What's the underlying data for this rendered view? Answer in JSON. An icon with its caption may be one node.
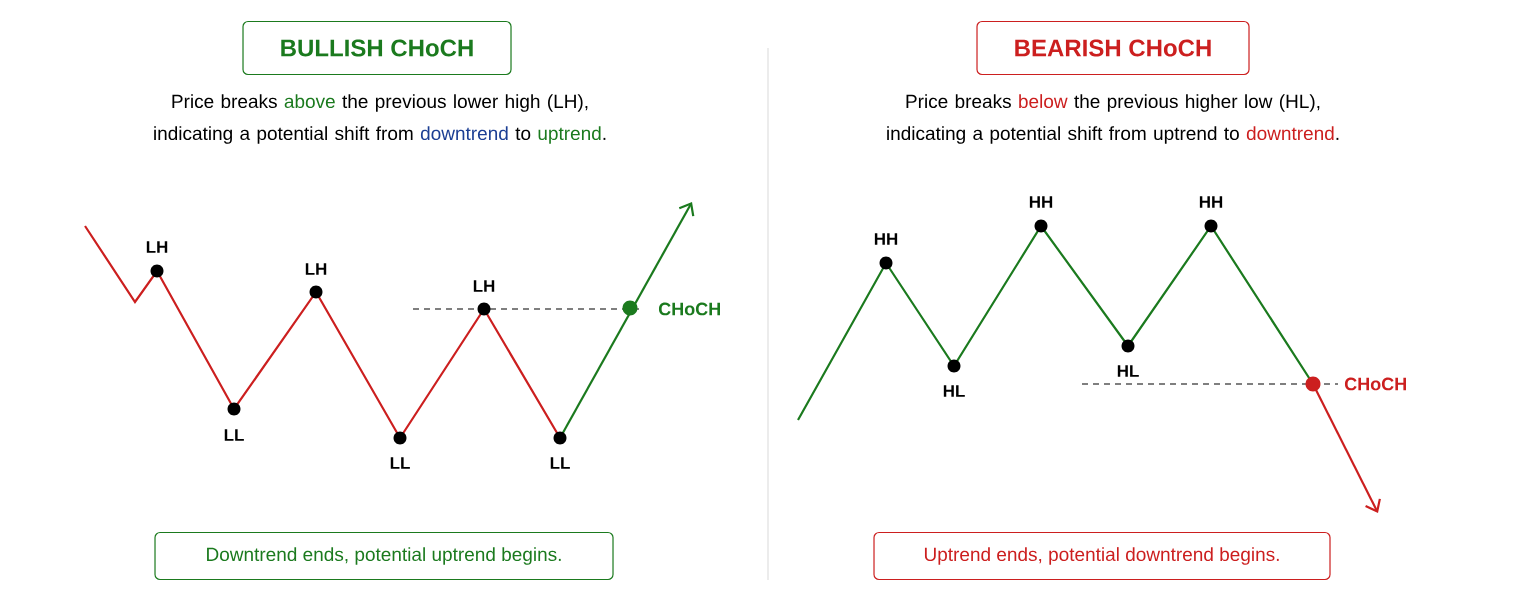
{
  "diagram": {
    "nodes": [
      {
        "text": [
          "BULLISH CHoCH"
        ]
      },
      {
        "text": [
          "Downtrend ends, potential uptrend begins."
        ]
      },
      {
        "text": [
          "BEARISH CHoCH"
        ]
      },
      {
        "text": [
          "Uptrend ends, potential downtrend begins."
        ]
      }
    ],
    "labels": [
      "Price breaks **above** the previous lower high (LH), indicating a potential shift from **downtrend** to **uptrend**.",
      "LH",
      "LH",
      "LH",
      "CHoCH",
      "LL",
      "LL",
      "LL",
      "Price breaks **below** the previous higher low (HL), indicating a potential shift from uptrend to **downtrend**.",
      "HH",
      "HH",
      "HH",
      "CHoCH",
      "HL",
      "HL"
    ]
  }
}
